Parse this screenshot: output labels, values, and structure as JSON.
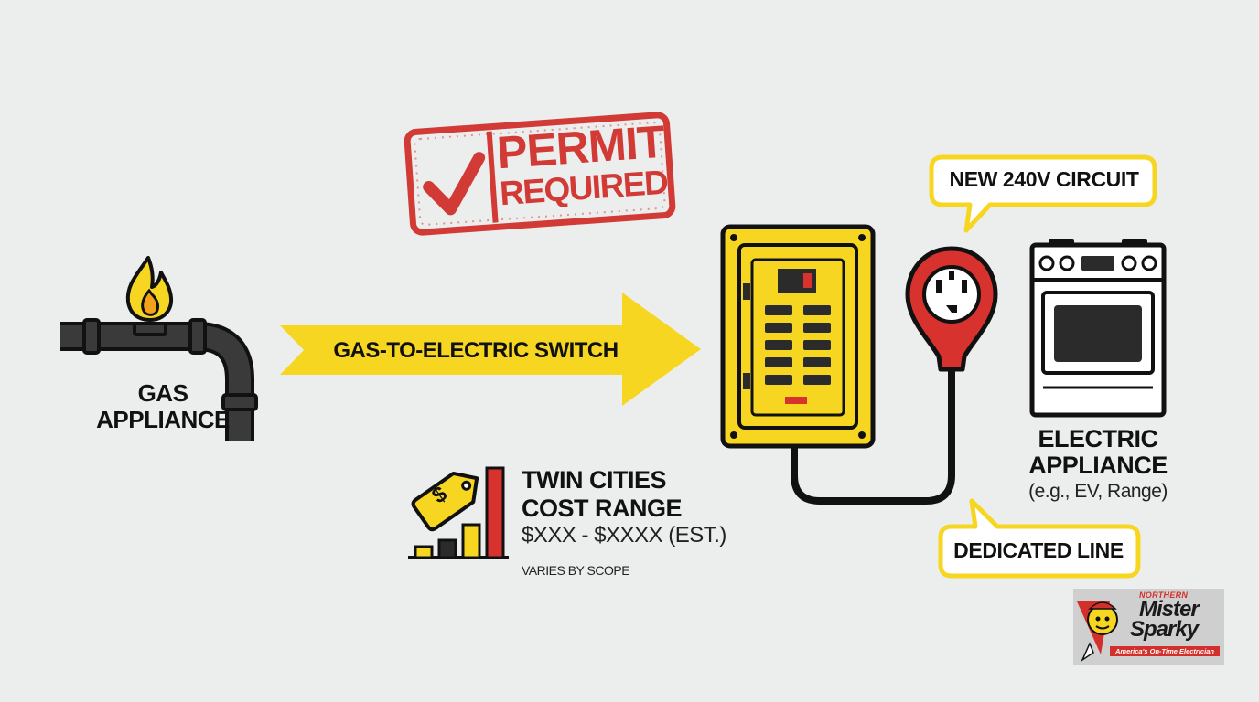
{
  "gas_appliance": {
    "label_line1": "GAS",
    "label_line2": "APPLIANCE"
  },
  "switch_arrow": {
    "label": "GAS-TO-ELECTRIC SWITCH"
  },
  "permit_stamp": {
    "line1": "PERMIT",
    "line2": "REQUIRED"
  },
  "circuit_callout": {
    "label": "NEW 240V CIRCUIT"
  },
  "line_callout": {
    "label": "DEDICATED LINE"
  },
  "electric_appliance": {
    "label_line1": "ELECTRIC",
    "label_line2": "APPLIANCE",
    "examples": "(e.g., EV, Range)"
  },
  "cost": {
    "title_line1": "TWIN CITIES",
    "title_line2": "COST RANGE",
    "range": "$XXX - $XXXX (EST.)",
    "note": "VARIES BY SCOPE",
    "tag_symbol": "$"
  },
  "logo": {
    "brand": "NORTHERN",
    "name_line1": "Mister",
    "name_line2": "Sparky",
    "tagline": "America's On-Time Electrician"
  },
  "colors": {
    "yellow": "#f7d622",
    "red": "#d8322e",
    "dark": "#2b2b2b",
    "stamp_red": "#d23a36",
    "background": "#eceeee"
  }
}
